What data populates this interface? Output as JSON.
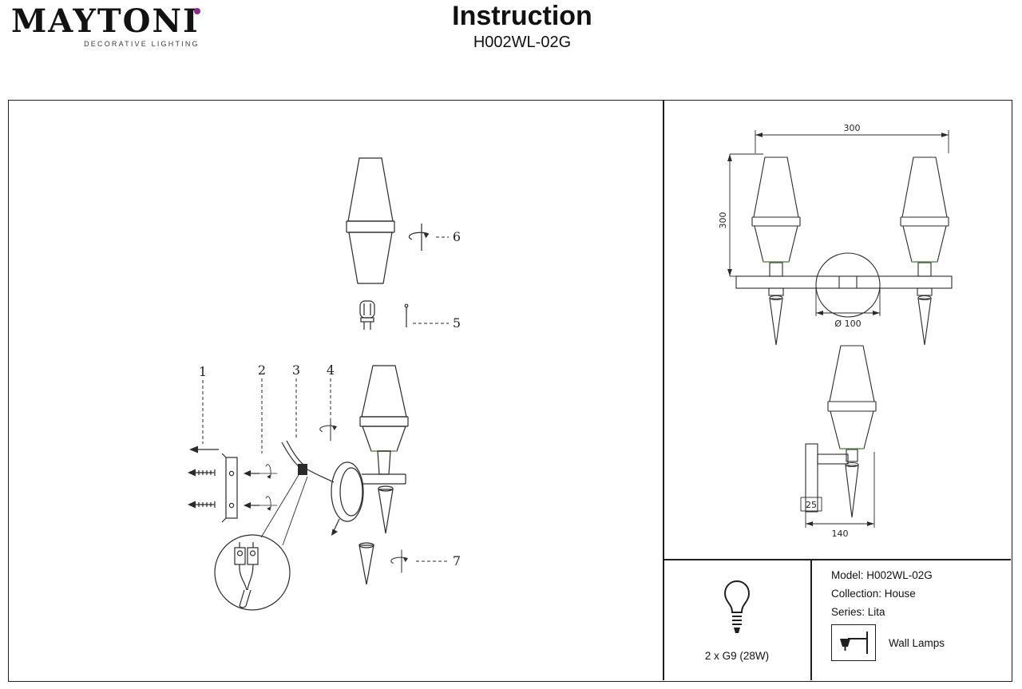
{
  "header": {
    "brand": "MAYTONI",
    "tagline": "DECORATIVE LIGHTING",
    "title": "Instruction",
    "model_code": "H002WL-02G"
  },
  "assembly": {
    "part_numbers": [
      "1",
      "2",
      "3",
      "4",
      "5",
      "6",
      "7"
    ]
  },
  "dimension_drawing": {
    "front_width": "300",
    "front_height": "300",
    "plate_diameter": "Ø 100",
    "side_offset": "25",
    "side_width": "140"
  },
  "specs": {
    "bulb": "2 x G9 (28W)",
    "model": "Model: H002WL-02G",
    "collection": "Collection: House",
    "series": "Series: Lita",
    "category": "Wall Lamps"
  },
  "icons": {
    "bulb": "bulb-icon",
    "wall_lamp": "wall-lamp-icon",
    "brand_dot": "brand-dot-icon"
  },
  "colors": {
    "accent_purple": "#8A2B8A",
    "line_color": "#2a2a2a",
    "shade_seal_green": "#8fae7e"
  }
}
